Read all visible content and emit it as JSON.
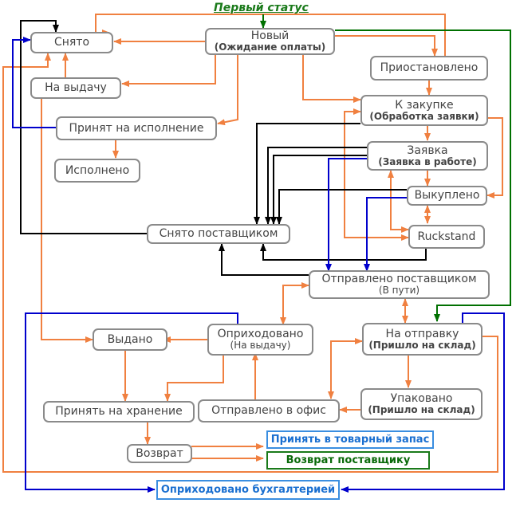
{
  "first_status": "Первый статус",
  "nodes": {
    "snyato": "Снято",
    "na_vydachu": "На выдачу",
    "novyi": "Новый",
    "novyi_sub": "(Ожидание оплаты)",
    "priostanovleno": "Приостановлено",
    "prinyat_na_ispolnenie": "Принят на исполнение",
    "ispolneno": "Исполнено",
    "k_zakupke": "К закупке",
    "k_zakupke_sub": "(Обработка заявки)",
    "zayavka": "Заявка",
    "zayavka_sub": "(Заявка в работе)",
    "vykupleno": "Выкуплено",
    "snyato_postavshchikom": "Снято поставщиком",
    "ruckstand": "Ruckstand",
    "otpravleno_postavshchikom": "Отправлено поставщиком",
    "otpravleno_postavshchikom_sub": "(В пути)",
    "vydano": "Выдано",
    "oprikhodovano": "Оприходовано",
    "oprikhodovano_sub": "(На выдачу)",
    "na_otpravku": "На отправку",
    "na_otpravku_sub": "(Пришло на склад)",
    "prinyat_na_khranenie": "Принять на хранение",
    "otpravleno_v_ofis": "Отправлено в офис",
    "upakovano": "Упаковано",
    "upakovano_sub": "(Пришло на склад)",
    "vozvrat": "Возврат",
    "prinyat_v_tovarnyi_zapas": "Принять в товарный запас",
    "vozvrat_postavshchiku": "Возврат поставщику",
    "oprikhodovano_bukhgalteriei": "Оприходовано бухгалтерией"
  },
  "colors": {
    "orange": "#f08040",
    "black": "#000000",
    "blue": "#0000cc",
    "green": "#007000",
    "node_border": "#8a8a8a",
    "node_text": "#444444",
    "first_status": "#1a7a1a",
    "blue_box_text": "#1a6fd0",
    "green_box_text": "#0a6a0a"
  }
}
